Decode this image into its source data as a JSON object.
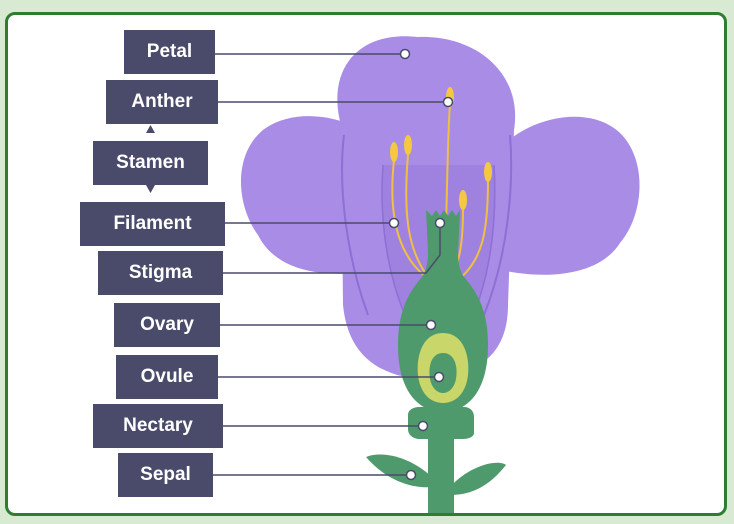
{
  "labels": {
    "petal": "Petal",
    "anther": "Anther",
    "stamen": "Stamen",
    "filament": "Filament",
    "stigma": "Stigma",
    "ovary": "Ovary",
    "ovule": "Ovule",
    "nectary": "Nectary",
    "sepal": "Sepal"
  },
  "colors": {
    "label_bg": "#4a4a6a",
    "petal": "#a88ce6",
    "petal_edge": "#8d6fd6",
    "stem": "#4f9a6c",
    "stem_dark": "#3f8359",
    "anther": "#f5c842",
    "ovule": "#c8d66a",
    "frame": "#2e7d32"
  }
}
